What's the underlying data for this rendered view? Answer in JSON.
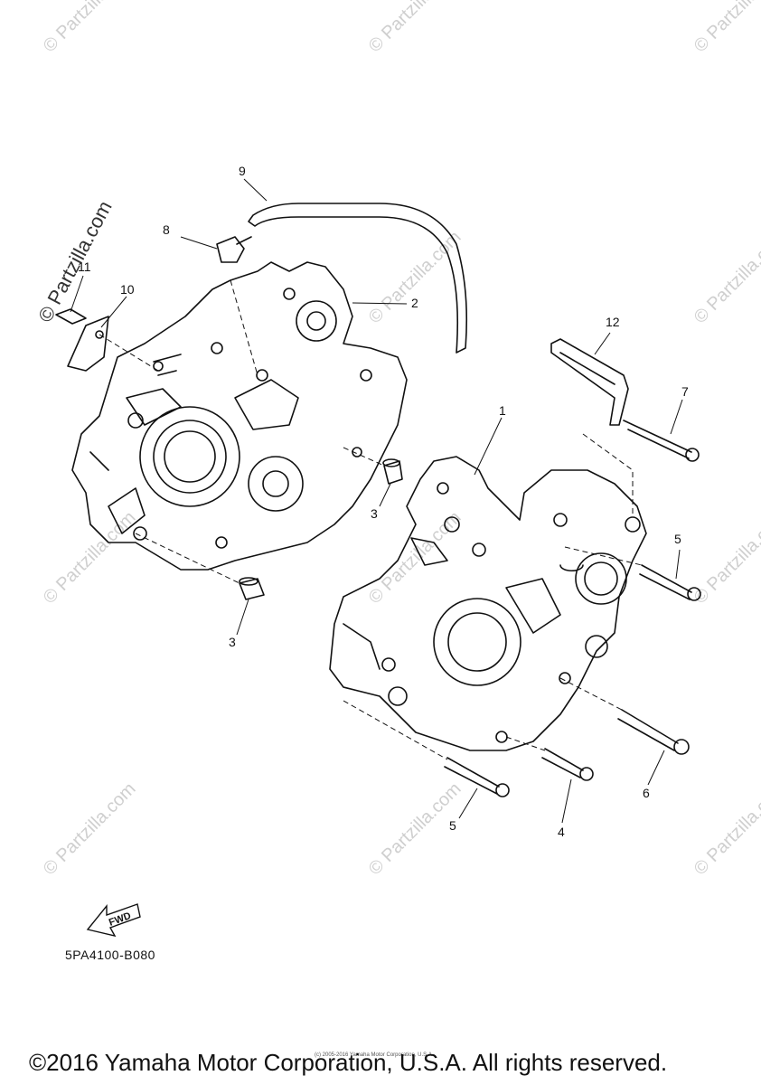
{
  "watermark": "© Partzilla.com",
  "callouts": [
    "1",
    "2",
    "3",
    "3",
    "4",
    "5",
    "5",
    "6",
    "7",
    "8",
    "9",
    "10",
    "11",
    "12"
  ],
  "fwd_label": "FWD",
  "part_code": "5PA4100-B080",
  "small_copyright": "(c) 2005-2016 Yamaha Motor Corporation, U.S.A.",
  "copyright": "©2016 Yamaha Motor Corporation, U.S.A. All rights reserved."
}
